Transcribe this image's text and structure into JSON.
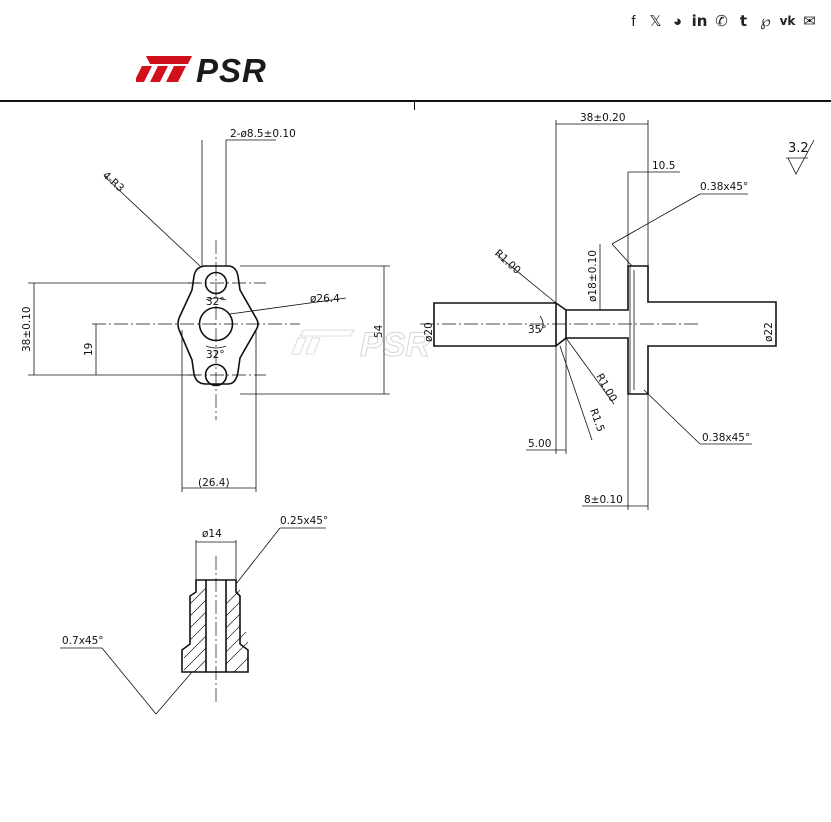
{
  "share": {
    "icons": [
      {
        "name": "facebook-icon",
        "glyph": "f"
      },
      {
        "name": "x-twitter-icon",
        "glyph": "𝕏"
      },
      {
        "name": "reddit-icon",
        "glyph": "◕"
      },
      {
        "name": "linkedin-icon",
        "glyph": "in"
      },
      {
        "name": "whatsapp-icon",
        "glyph": "✆"
      },
      {
        "name": "tumblr-icon",
        "glyph": "t"
      },
      {
        "name": "pinterest-icon",
        "glyph": "℘"
      },
      {
        "name": "vk-icon",
        "glyph": "vk"
      },
      {
        "name": "email-icon",
        "glyph": "✉"
      }
    ]
  },
  "brand": {
    "logo_text": "PSR",
    "logo_color": "#d0101a",
    "logo_dark": "#1a1a1a",
    "watermark_text": "PSR"
  },
  "front_view": {
    "hole_dim": "2-ø8.5±0.10",
    "radius": "4-R3",
    "angle_top": "32°",
    "angle_bottom": "32°",
    "outer_dia": "ø26.4",
    "height_dim": "38±0.10",
    "spacing_dim": "19",
    "total_height": "54",
    "width_dim": "(26.4)"
  },
  "side_view": {
    "length_dim": "38±0.20",
    "flange_offset": "10.5",
    "chamfer_top": "0.38x45°",
    "fillet_top": "R1.00",
    "bore_dim": "ø18±0.10",
    "tube_dia": "ø20",
    "angle": "35°",
    "flange_dia": "ø22",
    "fillet_bottom": "R1.00",
    "fillet_small": "R1.5",
    "chamfer_bottom": "0.38x45°",
    "tip_len": "5.00",
    "flange_thick": "8±0.10"
  },
  "section_view": {
    "dia": "ø14",
    "chamfer_top": "0.25x45°",
    "chamfer_bottom": "0.7x45°"
  },
  "surface_finish": "3.2"
}
